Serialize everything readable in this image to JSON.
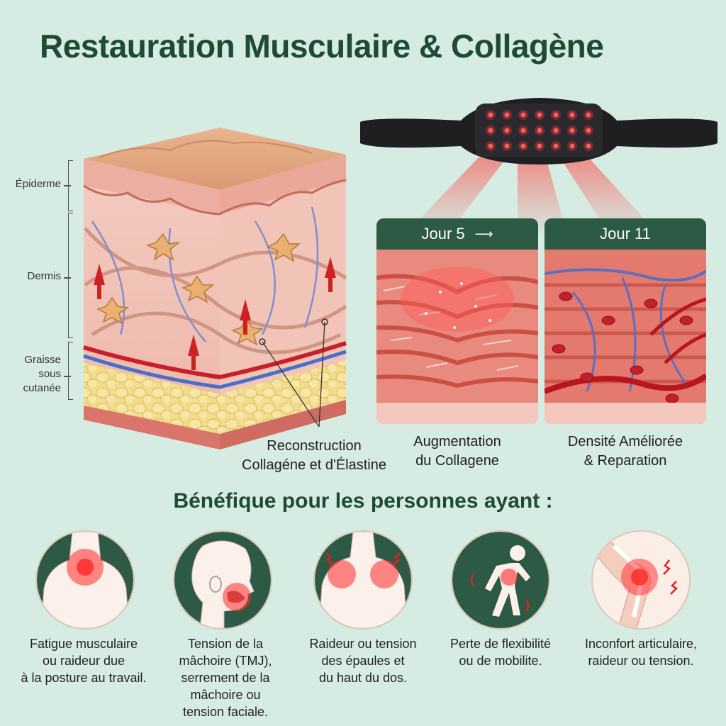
{
  "title": "Restauration Musculaire & Collagène",
  "layers": {
    "epidermis": "Épiderme",
    "dermis": "Dermis",
    "fat_line1": "Graisse",
    "fat_line2": "sous",
    "fat_line3": "cutanée"
  },
  "reconstruction": {
    "line1": "Reconstruction",
    "line2": "Collagéne et d'Élastine"
  },
  "panels": [
    {
      "label": "Jour 5",
      "caption_line1": "Augmentation",
      "caption_line2": "du Collagene"
    },
    {
      "label": "Jour 11",
      "caption_line1": "Densité Améliorée",
      "caption_line2": "& Reparation"
    }
  ],
  "benefits_title": "Bénéfique pour les personnes ayant :",
  "benefits": [
    {
      "icon": "neck-pain-icon",
      "lines": [
        "Fatigue musculaire",
        "ou raideur due",
        "à la posture au travail."
      ]
    },
    {
      "icon": "jaw-pain-icon",
      "lines": [
        "Tension de la",
        "mâchoire (TMJ),",
        "serrement de la",
        "mâchoire ou",
        "tension faciale."
      ]
    },
    {
      "icon": "shoulder-pain-icon",
      "lines": [
        "Raideur ou tension",
        "des épaules et",
        "du haut du dos."
      ]
    },
    {
      "icon": "back-stiffness-icon",
      "lines": [
        "Perte de flexibilité",
        "ou de mobilite."
      ]
    },
    {
      "icon": "knee-pain-icon",
      "lines": [
        "Inconfort articulaire,",
        "raideur ou tension."
      ]
    }
  ],
  "colors": {
    "background": "#d6ebe1",
    "title": "#1f4a36",
    "panel_header": "#2d5a44",
    "circle_bg": "#2d5a44",
    "light_red": "#ff3b3b"
  }
}
